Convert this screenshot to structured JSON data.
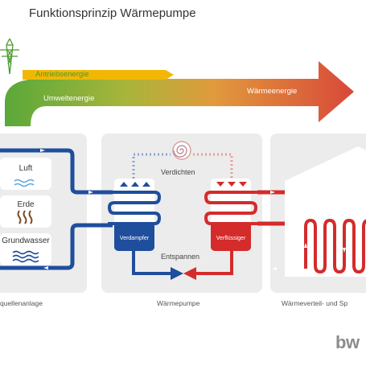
{
  "title": "Funktionsprinzip Wärmepumpe",
  "energy_arrow": {
    "drive_label": "Antriebsenergie",
    "environment_label": "Umweltenergie",
    "heat_label": "Wärmeenergie"
  },
  "sources": [
    "Luft",
    "Erde",
    "Grundwasser"
  ],
  "process": {
    "compress_label": "Verdichten",
    "expand_label": "Entspannen",
    "evaporator_label": "Verdampfer",
    "condenser_label": "Verflüssiger"
  },
  "sections": {
    "source_system": "quellenanlage",
    "heat_pump": "Wärmepumpe",
    "distribution": "Wärmeverteil- und Sp"
  },
  "logo_text": "bw",
  "colors": {
    "blue": "#1f4e9c",
    "red": "#d42b2b",
    "drive_yellow": "#f2b705",
    "grey_panel": "#ececec",
    "label_green": "#4a9b2f",
    "label_orange": "#e2782c"
  }
}
